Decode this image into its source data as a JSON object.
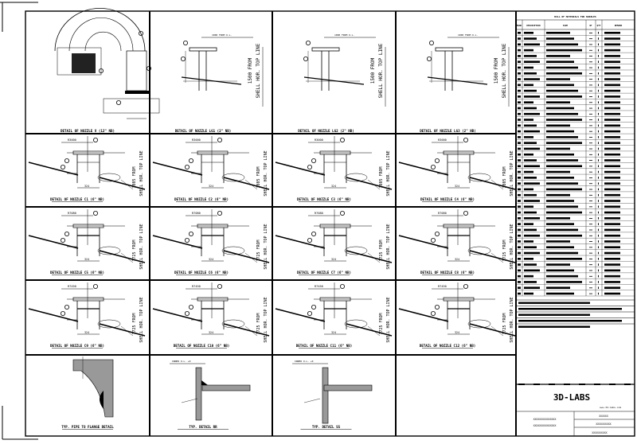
{
  "sheet": {
    "top_details": [
      {
        "caption": "DETAIL OF NOZZLE V (12\" NB)",
        "kind": "vent"
      },
      {
        "caption": "DETAIL OF NOZZLE LG1 (2\" NB)",
        "kind": "lg",
        "elev1": "1500 FROM",
        "elev2": "SHELL HOR. TOP LINE",
        "note": "1000 FROM O.L."
      },
      {
        "caption": "DETAIL OF NOZZLE LG2 (2\" NB)",
        "kind": "lg",
        "elev1": "1500 FROM",
        "elev2": "SHELL HOR. TOP LINE",
        "note": "1000 FROM O.L."
      },
      {
        "caption": "DETAIL OF NOZZLE LG3 (2\" NB)",
        "kind": "lg",
        "elev1": "1500 FROM",
        "elev2": "SHELL HOR. TOP LINE",
        "note": "1000 FROM O.L."
      }
    ],
    "nozzle_rows": [
      {
        "radius": "R3000",
        "elev1": "3805 FROM",
        "elev2": "SHELL HOR. TOP LINE",
        "dim": "324",
        "captions": [
          "DETAIL OF NOZZLE C1 (6\" NB)",
          "DETAIL OF NOZZLE C2 (6\" NB)",
          "DETAIL OF NOZZLE C3 (6\" NB)",
          "DETAIL OF NOZZLE C4 (6\" NB)"
        ]
      },
      {
        "radius": "R7080",
        "elev1": "1725 FROM",
        "elev2": "SHELL HOR. TOP LINE",
        "dim": "324",
        "captions": [
          "DETAIL OF NOZZLE C5 (6\" NB)",
          "DETAIL OF NOZZLE C6 (6\" NB)",
          "DETAIL OF NOZZLE C7 (6\" NB)",
          "DETAIL OF NOZZLE C8 (6\" NB)"
        ]
      },
      {
        "radius": "R7450",
        "elev1": "1725 FROM",
        "elev2": "SHELL HOR. TOP LINE",
        "dim": "324",
        "captions": [
          "DETAIL OF NOZZLE C9 (6\" NB)",
          "DETAIL OF NOZZLE C10 (6\" NB)",
          "DETAIL OF NOZZLE C11 (6\" NB)",
          "DETAIL OF NOZZLE C12 (6\" NB)"
        ]
      }
    ],
    "bottom_details": [
      {
        "caption": "TYP. PIPE TO FLANGE DETAIL"
      },
      {
        "caption": "TYP. DETAIL RR",
        "note": "INNER O.L. +0"
      },
      {
        "caption": "TYP. DETAIL SS",
        "note": "INNER O.L. +0"
      }
    ]
  },
  "title_block": {
    "table_title": "BILL OF MATERIALS FOR NOZZLES",
    "headers": [
      "MARK",
      "DESCRIPTION",
      "SIZE",
      "WT",
      "QTY",
      "REMARK"
    ],
    "row_count": 46,
    "logo": "3D-LABS",
    "website": "www.3d-labs.com",
    "fields": [
      "XXXXXXXXXXXXXXX",
      "XXXXXXXXXXXXXXX",
      "XXXXXX",
      "XXXXXXXXXX",
      "XXXXXXXXXX"
    ]
  }
}
